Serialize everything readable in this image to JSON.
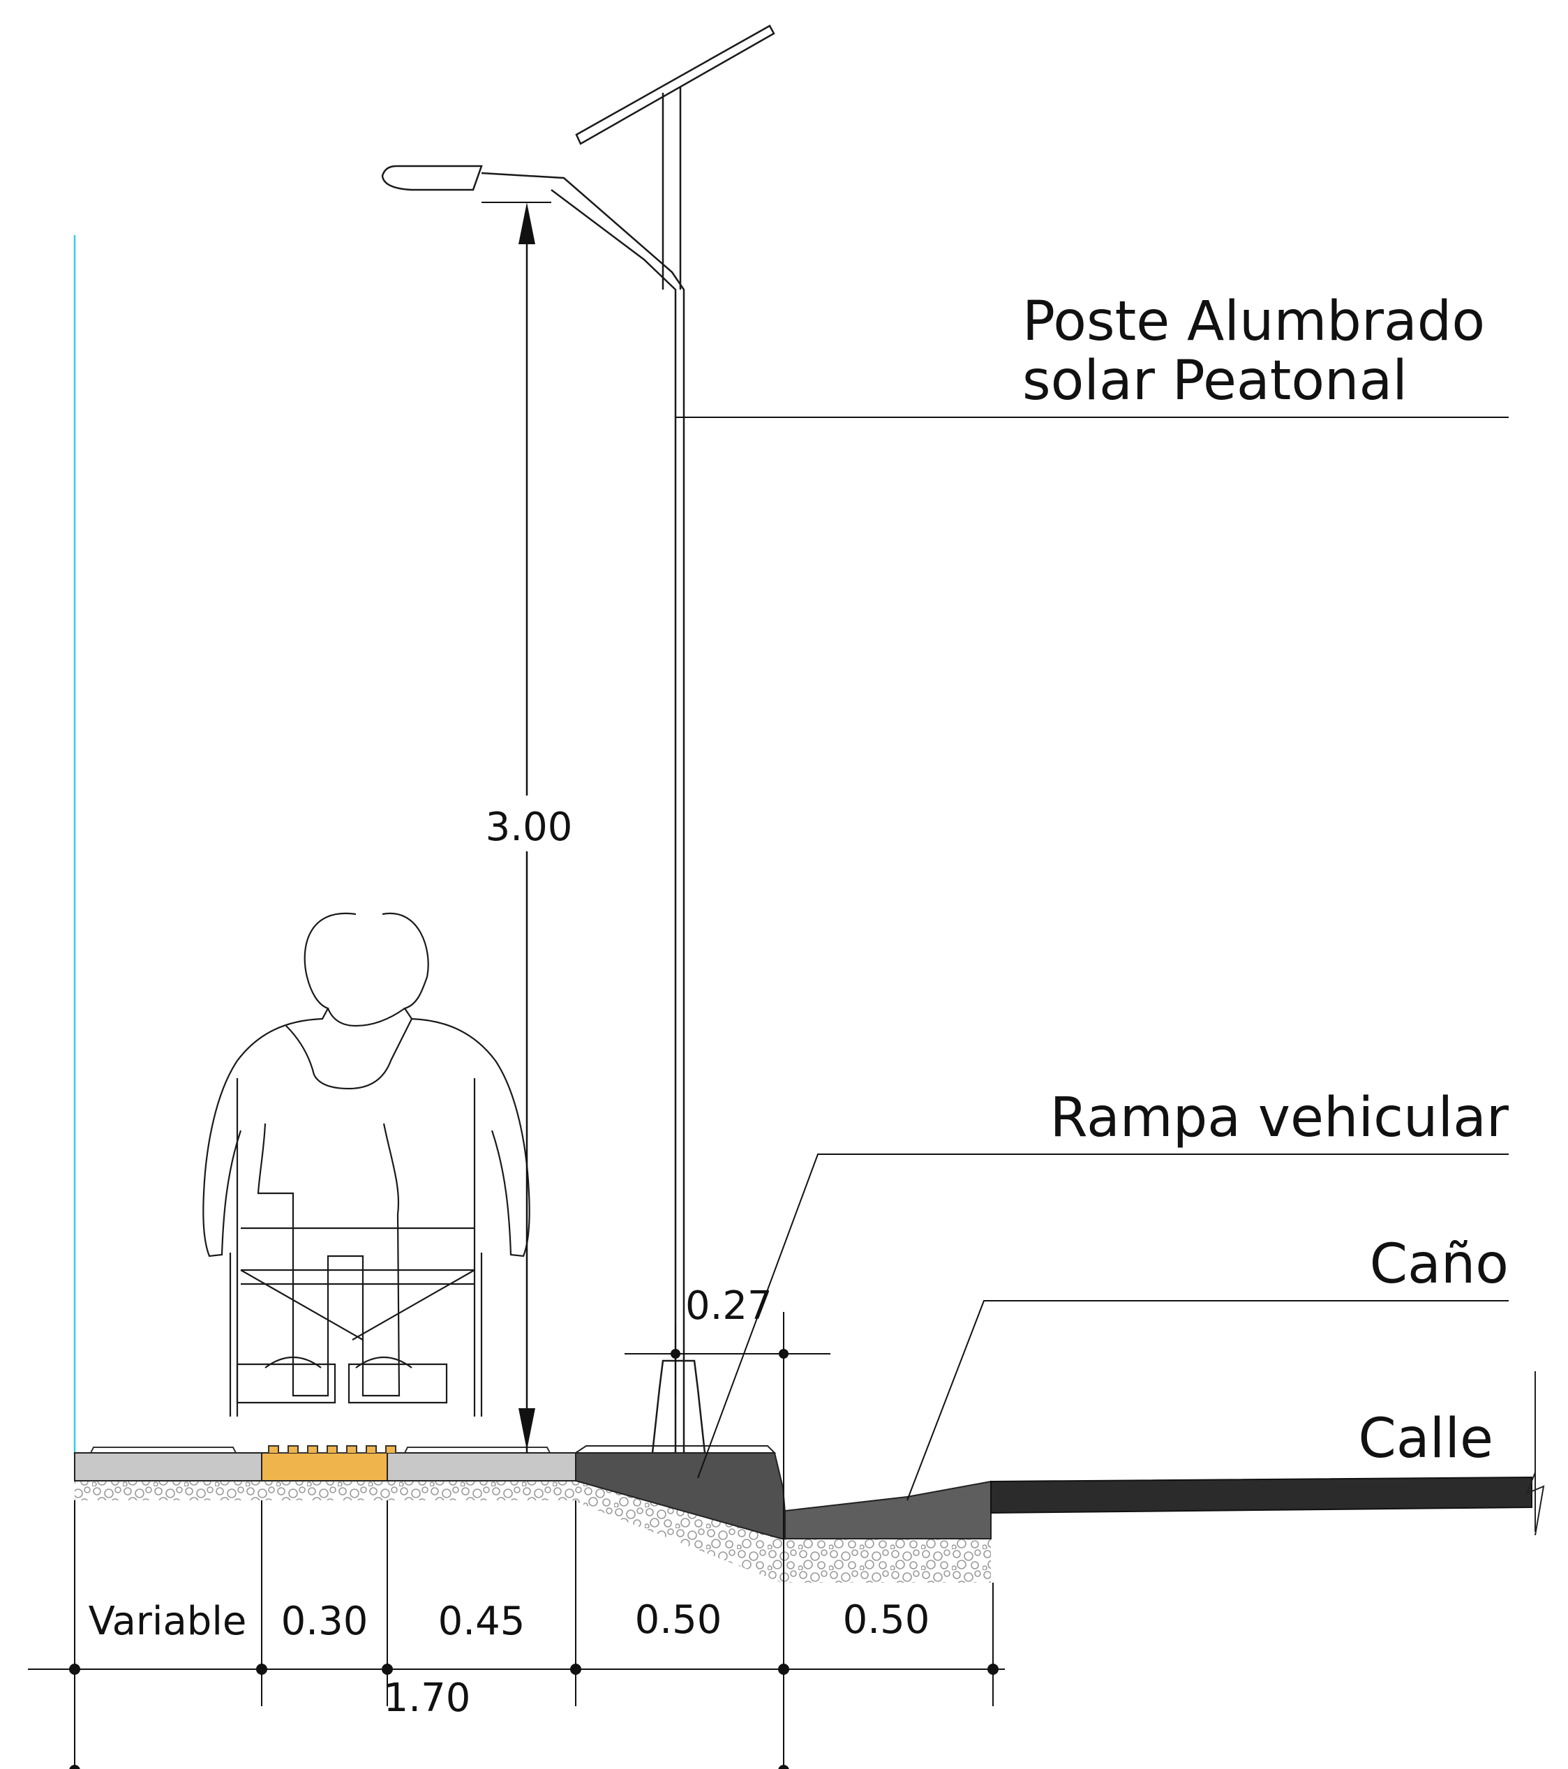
{
  "labels": {
    "poste_line1": "Poste Alumbrado",
    "poste_line2": "solar Peatonal",
    "rampa": "Rampa vehicular",
    "cano": "Caño",
    "calle": "Calle"
  },
  "dimensions": {
    "height": "3.00",
    "pole_base": "0.27",
    "variable": "Variable",
    "d030": "0.30",
    "d045": "0.45",
    "d050a": "0.50",
    "d050b": "0.50",
    "total": "1.70"
  },
  "colors": {
    "tactile_strip": "#f0b44c",
    "paving": "#c8c8c8",
    "ramp": "#505050",
    "curb": "#5e5e5e",
    "street": "#2b2b2b",
    "guide_line": "#33ccee"
  }
}
